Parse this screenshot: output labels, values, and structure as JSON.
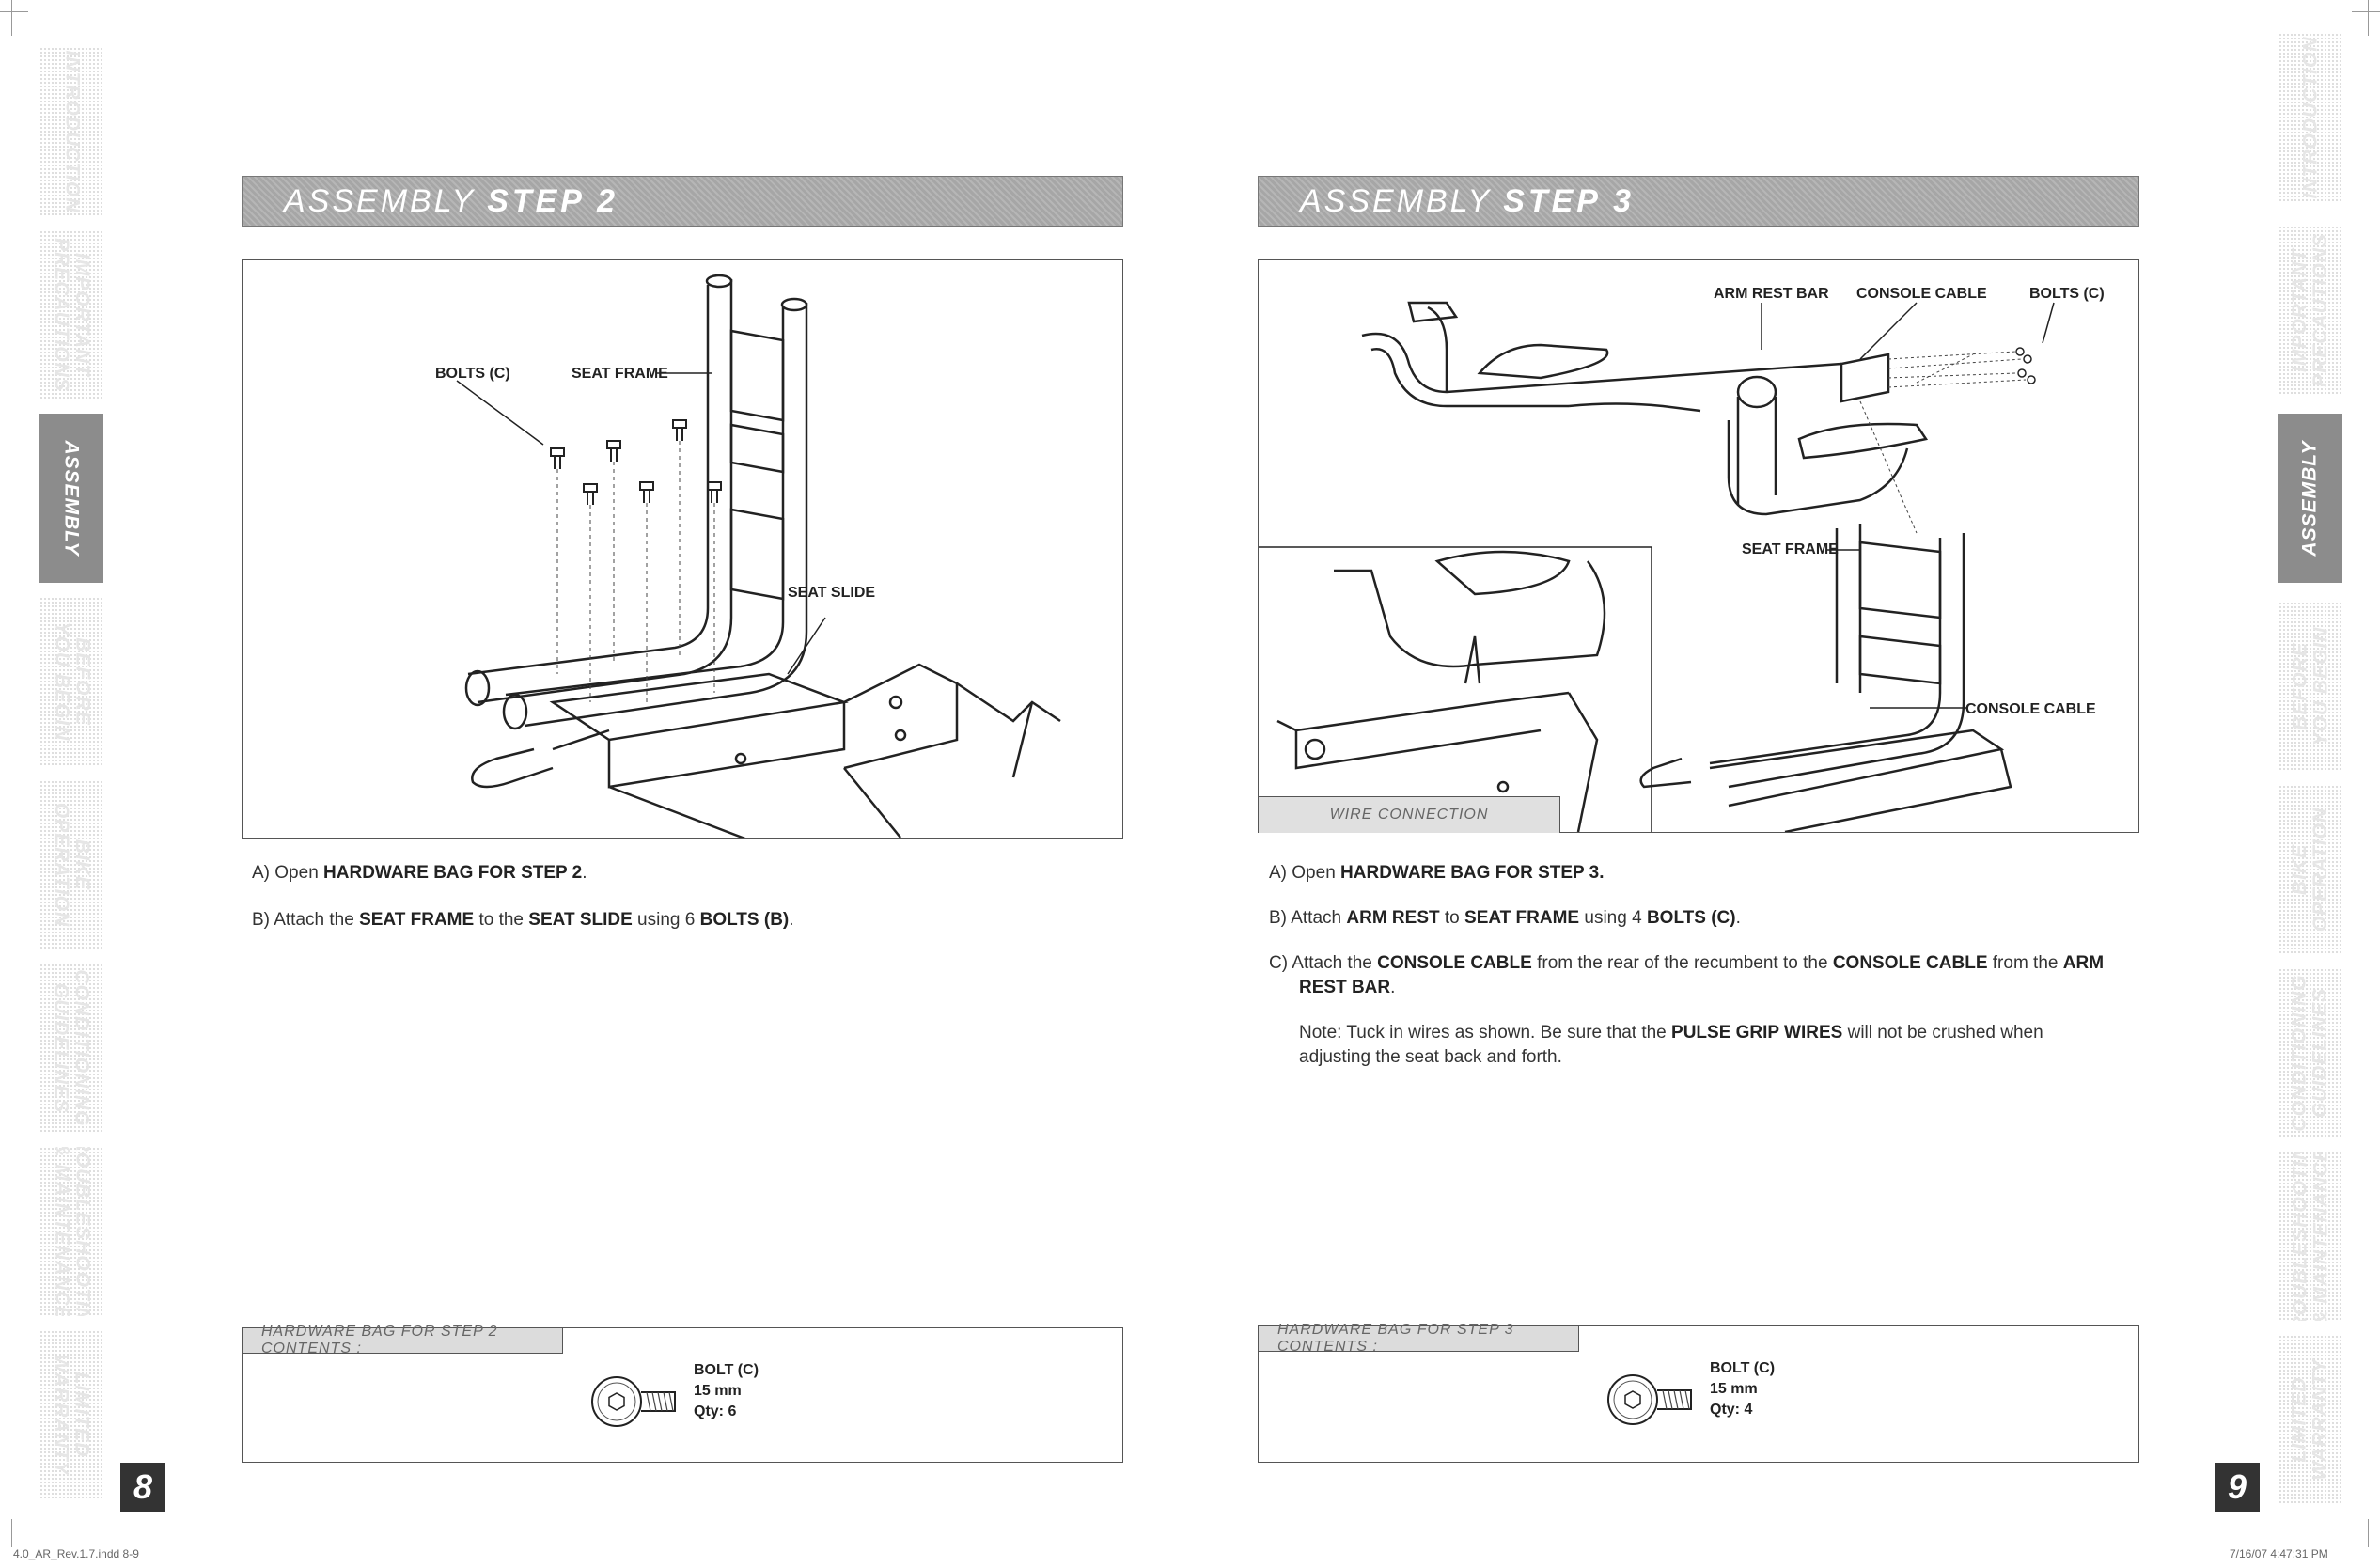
{
  "tabs": {
    "introduction": "INTRODUCTION",
    "important_precautions": "IMPORTANT\nPRECAUTIONS",
    "assembly": "ASSEMBLY",
    "before_you_begin": "BEFORE\nYOU BEGIN",
    "bike_operation": "BIKE\nOPERATION",
    "conditioning_guidelines": "CONDITIONING\nGUIDELINES",
    "troubleshooting_maintenance": "TROUBLESHOOTING\n& MAINTENANCE",
    "limited_warranty": "LIMITED\nWARRANTY"
  },
  "left_page": {
    "header_prefix": "ASSEMBLY",
    "header_step": "STEP 2",
    "page_number": "8",
    "diagram_labels": {
      "bolts": "BOLTS (C)",
      "seat_frame": "SEAT FRAME",
      "seat_slide": "SEAT SLIDE"
    },
    "instructions": {
      "a_prefix": "A)  Open ",
      "a_bold": "HARDWARE BAG FOR STEP 2",
      "a_suffix": ".",
      "b_prefix": "B)  Attach the ",
      "b_bold1": "SEAT FRAME",
      "b_mid1": " to the ",
      "b_bold2": "SEAT SLIDE",
      "b_mid2": " using 6 ",
      "b_bold3": "BOLTS (B)",
      "b_suffix": "."
    },
    "hardware": {
      "title": "HARDWARE BAG FOR STEP 2 CONTENTS :",
      "name": "BOLT (C)",
      "size": "15 mm",
      "qty": "Qty: 6"
    }
  },
  "right_page": {
    "header_prefix": "ASSEMBLY",
    "header_step": "STEP 3",
    "page_number": "9",
    "diagram_labels": {
      "arm_rest_bar": "ARM REST BAR",
      "console_cable_top": "CONSOLE CABLE",
      "bolts": "BOLTS (C)",
      "seat_frame": "SEAT FRAME",
      "console_cable": "CONSOLE CABLE",
      "wire_connection": "WIRE CONNECTION"
    },
    "instructions": {
      "a_prefix": "A)  Open ",
      "a_bold": "HARDWARE BAG FOR STEP 3.",
      "b_prefix": "B)  Attach ",
      "b_bold1": "ARM REST",
      "b_mid1": " to ",
      "b_bold2": "SEAT FRAME",
      "b_mid2": " using 4 ",
      "b_bold3": "BOLTS (C)",
      "b_suffix": ".",
      "c_prefix": "C)  Attach the ",
      "c_bold1": "CONSOLE CABLE",
      "c_mid1": " from the rear of the recumbent to the ",
      "c_bold2": "CONSOLE CABLE",
      "c_mid2": "  from the ",
      "c_bold3": "ARM REST BAR",
      "c_suffix": ".",
      "note_prefix": "Note:  Tuck in wires as shown. Be sure that the ",
      "note_bold": "PULSE GRIP WIRES",
      "note_suffix": " will not be crushed when adjusting the seat back and forth."
    },
    "hardware": {
      "title": "HARDWARE BAG FOR STEP 3 CONTENTS :",
      "name": "BOLT (C)",
      "size": "15 mm",
      "qty": "Qty: 4"
    }
  },
  "footer": {
    "file": "4.0_AR_Rev.1.7.indd   8-9",
    "timestamp": "7/16/07   4:47:31 PM"
  },
  "colors": {
    "header_bg": "#a6a6a6",
    "active_tab_bg": "#8c8c8c",
    "page_num_bg": "#333333"
  }
}
